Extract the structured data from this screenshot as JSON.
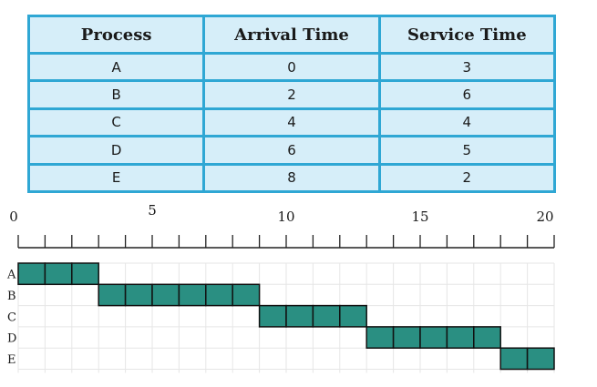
{
  "table": {
    "headers": [
      "Process",
      "Arrival Time",
      "Service Time"
    ],
    "rows": [
      [
        "A",
        "0",
        "3"
      ],
      [
        "B",
        "2",
        "6"
      ],
      [
        "C",
        "4",
        "4"
      ],
      [
        "D",
        "6",
        "5"
      ],
      [
        "E",
        "8",
        "2"
      ]
    ]
  },
  "timeline": {
    "tick_labels": [
      {
        "t": 0,
        "label": "0"
      },
      {
        "t": 5,
        "label": "5"
      },
      {
        "t": 10,
        "label": "10"
      },
      {
        "t": 15,
        "label": "15"
      },
      {
        "t": 20,
        "label": "20"
      }
    ],
    "min": 0,
    "max": 20
  },
  "schedule": [
    {
      "process": "A",
      "start": 0,
      "end": 3
    },
    {
      "process": "B",
      "start": 3,
      "end": 9
    },
    {
      "process": "C",
      "start": 9,
      "end": 13
    },
    {
      "process": "D",
      "start": 13,
      "end": 18
    },
    {
      "process": "E",
      "start": 18,
      "end": 20
    }
  ],
  "colors": {
    "table_border": "#2fa7d4",
    "table_fill": "#d6eef9",
    "bar_fill": "#2a8f82",
    "grid": "#e6e6e6"
  }
}
